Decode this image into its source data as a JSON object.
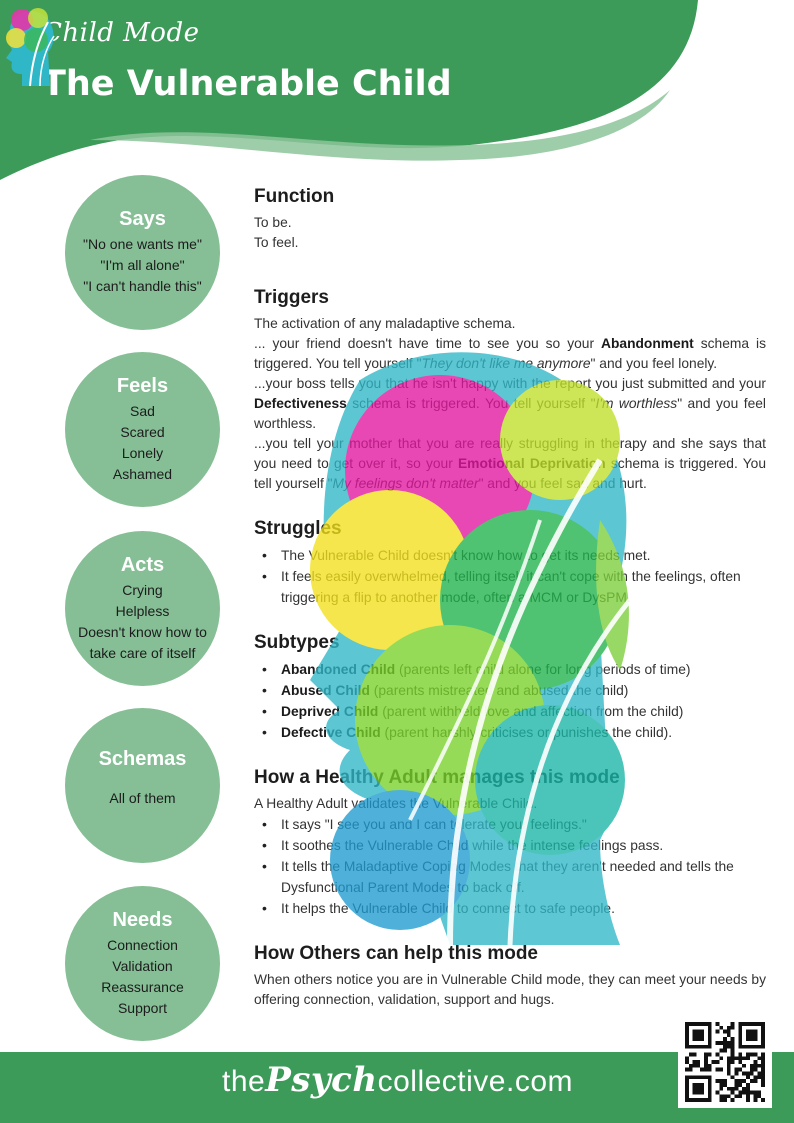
{
  "header": {
    "subtitle": "Child Mode",
    "title": "The Vulnerable Child",
    "bg_color": "#3d9b59",
    "wave_color": "#8dc49a",
    "logo_icon": "colorful-head-icon"
  },
  "sidebar": {
    "circle_color": "#86bf96",
    "says": {
      "heading": "Says",
      "items": [
        "\"No one wants me\"",
        "\"I'm all alone\"",
        "\"I can't handle this\""
      ]
    },
    "feels": {
      "heading": "Feels",
      "items": [
        "Sad",
        "Scared",
        "Lonely",
        "Ashamed"
      ]
    },
    "acts": {
      "heading": "Acts",
      "items": [
        "Crying",
        "Helpless",
        "Doesn't know how to",
        "take care of itself"
      ]
    },
    "schemas": {
      "heading": "Schemas",
      "items": [
        "All of them"
      ]
    },
    "needs": {
      "heading": "Needs",
      "items": [
        "Connection",
        "Validation",
        "Reassurance",
        "Support"
      ]
    }
  },
  "function": {
    "heading": "Function",
    "lines": [
      "To be.",
      "To feel."
    ]
  },
  "triggers": {
    "heading": "Triggers",
    "intro": "The activation of any maladaptive schema.",
    "ex1": {
      "a": "... your friend doesn't have time to see you so your ",
      "b": "Abandonment",
      "c": " schema is triggered. You tell yourself \"",
      "d": "They don't like me anymore",
      "e": "\" and you feel lonely."
    },
    "ex2": {
      "a": "...your boss tells you that he isn't happy with the report you just submitted and your ",
      "b": "Defectiveness",
      "c": " schema is triggered. You tell yourself \"",
      "d": "I'm worthless",
      "e": "\" and you feel worthless."
    },
    "ex3": {
      "a": "...you tell your mother that you are really struggling in therapy and she says that you need to get over it, so your ",
      "b": "Emotional Deprivation",
      "c": " schema is triggered. You tell yourself \"",
      "d": "My feelings don't matter",
      "e": "\" and you feel sad and hurt."
    }
  },
  "struggles": {
    "heading": "Struggles",
    "items": [
      "The Vulnerable Child doesn't know how to get its needs met.",
      "It feels easily overwhelmed, telling itself it can't cope with the feelings, often triggering a flip to another mode, often a MCM or DysPM."
    ]
  },
  "subtypes": {
    "heading": "Subtypes",
    "items": [
      {
        "name": "Abandoned Child",
        "desc": " (parents left child alone for long periods of time)"
      },
      {
        "name": "Abused Child",
        "desc": " (parents mistreated and abused the child)"
      },
      {
        "name": "Deprived Child",
        "desc": " (parent withheld love and affection from the child)"
      },
      {
        "name": "Defective Child",
        "desc": " (parent harshly criticises or punishes the child)."
      }
    ]
  },
  "healthy_adult": {
    "heading": "How a Healthy Adult manages this mode",
    "intro": "A Healthy Adult validates the Vulnerable Child.",
    "items": [
      "It says \"I see you and I can tolerate your feelings.\"",
      "It soothes the Vulnerable Child while the intense feelings pass.",
      "It tells the Maladaptive Coping Modes that they aren't needed and tells the Dysfunctional Parent Modes to back off.",
      "It helps the Vulnerable Child to connect to safe people."
    ]
  },
  "others": {
    "heading": "How Others can help this mode",
    "text": "When others notice you are in Vulnerable Child mode, they can meet your needs by offering connection, validation, support and hugs."
  },
  "footer": {
    "pre": "the",
    "brand": "Psych",
    "post": "collective.com",
    "bg_color": "#3d9b59",
    "qr_icon": "qr-code-icon"
  }
}
